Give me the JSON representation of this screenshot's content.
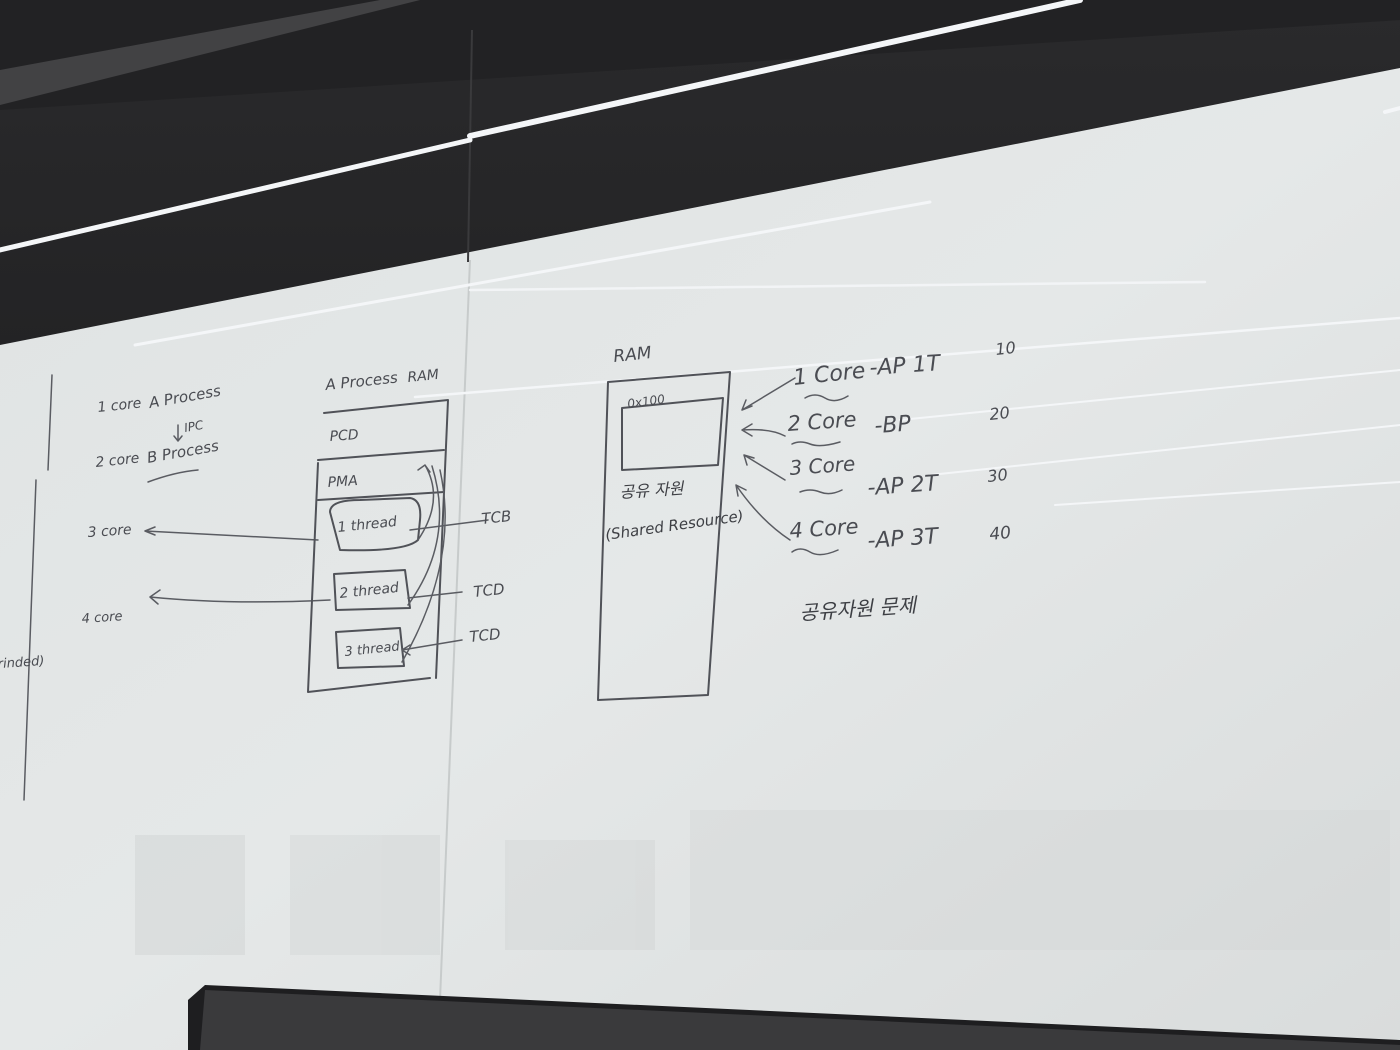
{
  "left_notes": {
    "core1": "1 core",
    "a_process": "A Process",
    "ipc": "IPC",
    "core2": "2 core",
    "b_process": "B Process",
    "core3": "3 core",
    "core4": "4 core",
    "edge_fragment": "rinded)"
  },
  "process_block": {
    "title": "A Process",
    "ram": "RAM",
    "pcb": "PCD",
    "pma": "PMA",
    "thread1": "1 thread",
    "thread2": "2 thread",
    "thread3": "3 thread",
    "tcb1": "TCB",
    "tcb2": "TCD",
    "tcb3": "TCD"
  },
  "ram_block": {
    "title": "RAM",
    "address": "0x100",
    "shared_ko": "공유 자원",
    "shared_en": "(Shared Resource)"
  },
  "core_list": [
    {
      "core": "1 Core",
      "task": "-AP 1T",
      "value": "10"
    },
    {
      "core": "2 Core",
      "task": "-BP",
      "value": "20"
    },
    {
      "core": "3 Core",
      "task": "-AP 2T",
      "value": "30"
    },
    {
      "core": "4 Core",
      "task": "-AP 3T",
      "value": "40"
    }
  ],
  "problem_note": "공유자원 문제",
  "colors": {
    "board": "#e3e6e6",
    "frame": "#1b1b1d",
    "ink": "#4a4c52",
    "light_reflection": "#f4f6f8"
  }
}
